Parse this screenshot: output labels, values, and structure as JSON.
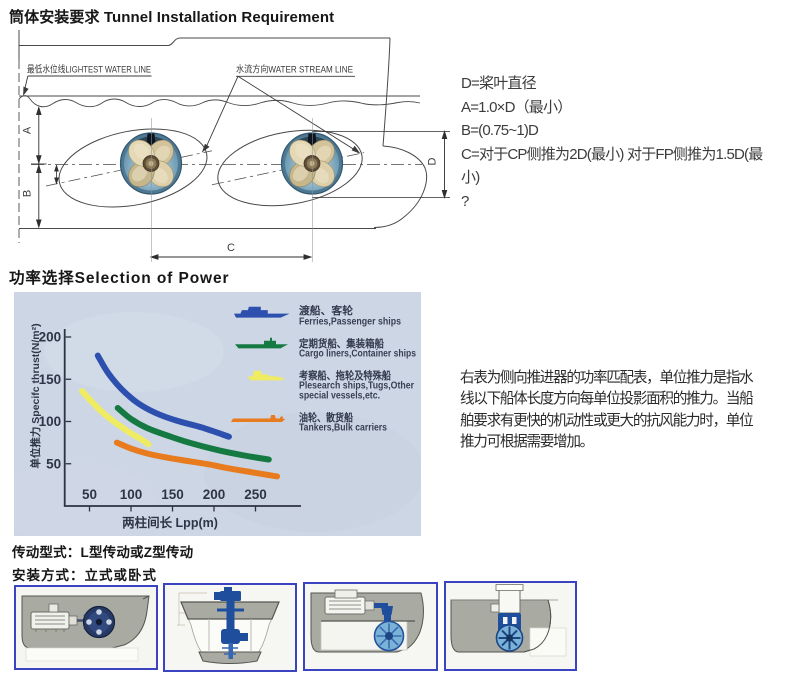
{
  "section_tunnel": {
    "heading": "筒体安装要求 Tunnel Installation Requirement",
    "drawing": {
      "label_lightest_water_line": "最低水位线LIGHTEST WATER LINE",
      "label_water_stream_line": "水流方向WATER STREAM LINE",
      "dim_a": "A",
      "dim_b": "B",
      "dim_c": "C",
      "dim_d": "D"
    },
    "spec_lines": [
      "D=桨叶直径",
      "A=1.0×D（最小）",
      "B=(0.75~1)D",
      "C=对于CP侧推为2D(最小) 对于FP侧推为1.5D(最",
      "小)",
      "?"
    ]
  },
  "section_power": {
    "heading": "功率选择Selection of Power",
    "chart_data": {
      "type": "line",
      "title": "",
      "xlabel": "两柱间长  Lpp(m)",
      "ylabel": "单位推力  Specifc  thrust(N/m²)",
      "xticks": [
        50,
        100,
        150,
        200,
        250
      ],
      "yticks": [
        50,
        100,
        150,
        200
      ],
      "xlim": [
        0,
        300
      ],
      "ylim": [
        0,
        215
      ],
      "grid": false,
      "legend_position": "top-right",
      "background": "#ccd6e5",
      "series": [
        {
          "name_zh": "渡船、客轮",
          "name_en_lines": [
            "Ferries,Passenger ships"
          ],
          "color": "#2d4fae",
          "ship": "passenger",
          "points": [
            [
              60,
              178
            ],
            [
              72,
              158
            ],
            [
              88,
              139
            ],
            [
              108,
              122
            ],
            [
              130,
              110
            ],
            [
              155,
              101
            ],
            [
              185,
              93
            ],
            [
              218,
              82
            ]
          ]
        },
        {
          "name_zh": "定期货船、集装箱船",
          "name_en_lines": [
            "Cargo liners,Container ships"
          ],
          "color": "#157a41",
          "ship": "cargo",
          "points": [
            [
              84,
              116
            ],
            [
              100,
              103
            ],
            [
              120,
              92
            ],
            [
              145,
              83
            ],
            [
              170,
              75
            ],
            [
              205,
              66
            ],
            [
              235,
              60
            ],
            [
              266,
              55
            ]
          ]
        },
        {
          "name_zh": "考察船、拖轮及特殊船",
          "name_en_lines": [
            "Plesearch ships,Tugs,Other",
            "special vessels,etc."
          ],
          "color": "#f0ec62",
          "ship": "research",
          "points": [
            [
              41,
              136
            ],
            [
              55,
              121
            ],
            [
              70,
              107
            ],
            [
              85,
              96
            ],
            [
              100,
              86
            ],
            [
              112,
              79
            ],
            [
              121,
              73
            ]
          ]
        },
        {
          "name_zh": "油轮、散货船",
          "name_en_lines": [
            "Tankers,Bulk carriers"
          ],
          "color": "#e87b1e",
          "ship": "tanker",
          "points": [
            [
              83,
              75
            ],
            [
              100,
              68
            ],
            [
              120,
              62
            ],
            [
              145,
              57
            ],
            [
              170,
              53
            ],
            [
              195,
              49
            ],
            [
              215,
              45
            ],
            [
              245,
              40
            ],
            [
              276,
              35
            ]
          ]
        }
      ]
    },
    "paragraph_lines": [
      "右表为侧向推进器的功率匹配表，单位推力是指水",
      "线以下船体长度方向每单位投影面积的推力。当船",
      "舶要求有更快的机动性或更大的抗风能力时，单位",
      "推力可根据需要增加。"
    ]
  },
  "section_bottom": {
    "transmission_heading": "传动型式：L型传动或Z型传动",
    "installation_heading": "安装方式：立式或卧式",
    "thumbnails": [
      {
        "name": "horizontal-l-drive-installation"
      },
      {
        "name": "vertical-drive-cross-section"
      },
      {
        "name": "engine-with-z-drive-side-view"
      },
      {
        "name": "vertical-thruster-unit-side-view"
      }
    ]
  }
}
